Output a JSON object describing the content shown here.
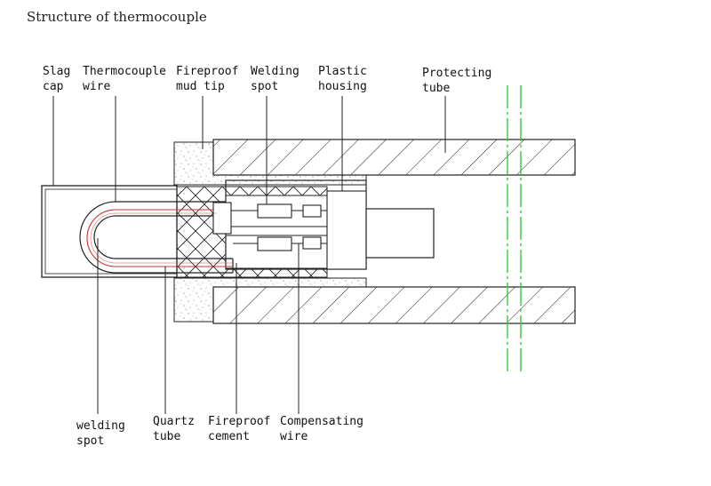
{
  "title": "Structure of thermocouple",
  "labels": {
    "slag_cap": [
      "Slag",
      "cap"
    ],
    "thermocouple_wire": [
      "Thermocouple",
      "wire"
    ],
    "fireproof_mud_tip": [
      "Fireproof",
      "mud tip"
    ],
    "welding_spot_top": [
      "Welding",
      "spot"
    ],
    "plastic_housing": [
      "Plastic",
      "housing"
    ],
    "protecting_tube": [
      "Protecting",
      "tube"
    ],
    "welding_spot_bottom": [
      "welding",
      "spot"
    ],
    "quartz_tube": [
      "Quartz",
      "tube"
    ],
    "fireproof_cement": [
      "Fireproof",
      "cement"
    ],
    "compensating_wire": [
      "Compensating",
      "wire"
    ]
  },
  "colors": {
    "line": "#222222",
    "wire": "#cc3333",
    "break_line": "#33cc33",
    "speckle": "#888888"
  }
}
